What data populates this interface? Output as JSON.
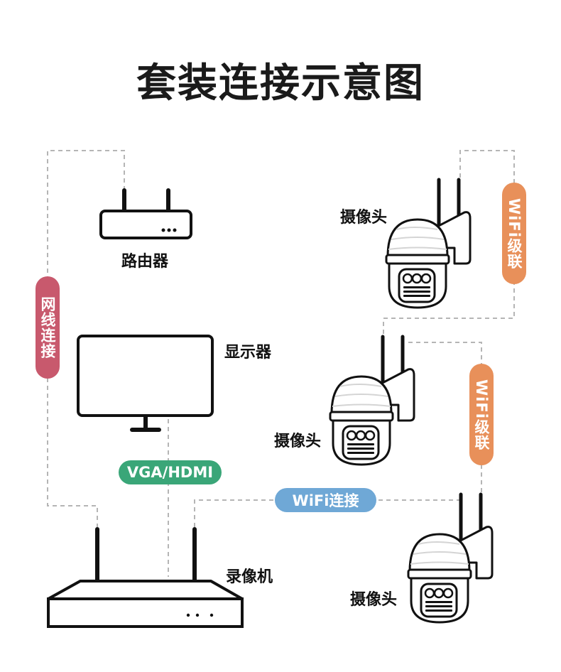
{
  "title": "套装连接示意图",
  "devices": {
    "router": "路由器",
    "monitor": "显示器",
    "nvr": "录像机",
    "camera_1": "摄像头",
    "camera_2": "摄像头",
    "camera_3": "摄像头"
  },
  "connections": {
    "ethernet": "网线连接",
    "vga_hdmi": "VGA/HDMI",
    "wifi_connect": "WiFi连接",
    "wifi_cascade_1": "WiFi级联",
    "wifi_cascade_2": "WiFi级联"
  },
  "colors": {
    "ethernet": "#c8596d",
    "vga_hdmi": "#3aa678",
    "wifi_connect": "#6fa8d6",
    "wifi_cascade": "#e8905a",
    "dashed_line": "#b5b5b5",
    "outline": "#111111"
  }
}
